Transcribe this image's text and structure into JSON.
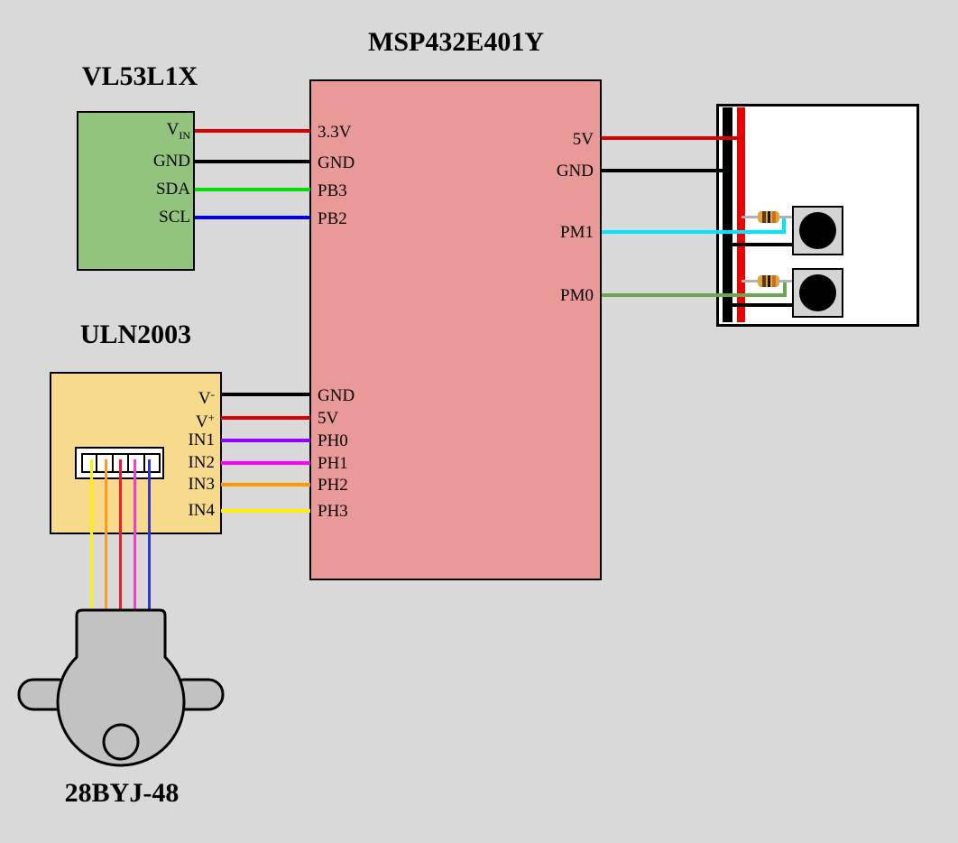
{
  "background": "#D9D9D9",
  "sensor": {
    "title": "VL53L1X",
    "fill": "#93C47D",
    "pins": {
      "vin_base": "V",
      "vin_sub": "IN",
      "gnd": "GND",
      "sda": "SDA",
      "scl": "SCL"
    }
  },
  "mcu": {
    "title": "MSP432E401Y",
    "fill": "#EA9999",
    "left_top": [
      "3.3V",
      "GND",
      "PB3",
      "PB2"
    ],
    "left_bottom": [
      "GND",
      "5V",
      "PH0",
      "PH1",
      "PH2",
      "PH3"
    ],
    "right": [
      "5V",
      "GND",
      "PM1",
      "PM0"
    ]
  },
  "driver": {
    "title": "ULN2003",
    "fill": "#F8DA8C",
    "pins": {
      "vminus_base": "V",
      "vminus_sup": "-",
      "vplus_base": "V",
      "vplus_sup": "+",
      "in1": "IN1",
      "in2": "IN2",
      "in3": "IN3",
      "in4": "IN4"
    }
  },
  "motor": {
    "title": "28BYJ-48",
    "fill": "#C2C2C2"
  },
  "board": {
    "fill": "#FFFFFF",
    "rail_negative": "#000000",
    "rail_positive": "#EE0000",
    "button_fill": "#D4D4D4",
    "button_dot": "#000000"
  },
  "resistor": {
    "lead": "#B3B3B3",
    "body": "#E2A43F",
    "bands": [
      "#5E3A17",
      "#151515",
      "#C8721E"
    ]
  },
  "wires": {
    "vin_3v3": "#DD0000",
    "sensor_gnd": "#000000",
    "sda_pb3": "#00DD00",
    "scl_pb2": "#0000EE",
    "vminus_gnd": "#000000",
    "vplus_5v": "#DD0000",
    "in1_ph0": "#8F00FF",
    "in2_ph1": "#FF00FF",
    "in3_ph2": "#FF9900",
    "in4_ph3": "#FFF000",
    "mcu_5v_rail": "#DD0000",
    "mcu_gnd_rail": "#000000",
    "pm1_button": "#00E5FF",
    "pm0_button": "#6AA84F",
    "button_gnd": "#000000",
    "motor_yellow": "#FFF200",
    "motor_orange": "#FF9920",
    "motor_red": "#E8202D",
    "motor_pink": "#EE3FD0",
    "motor_blue": "#3434CE"
  }
}
